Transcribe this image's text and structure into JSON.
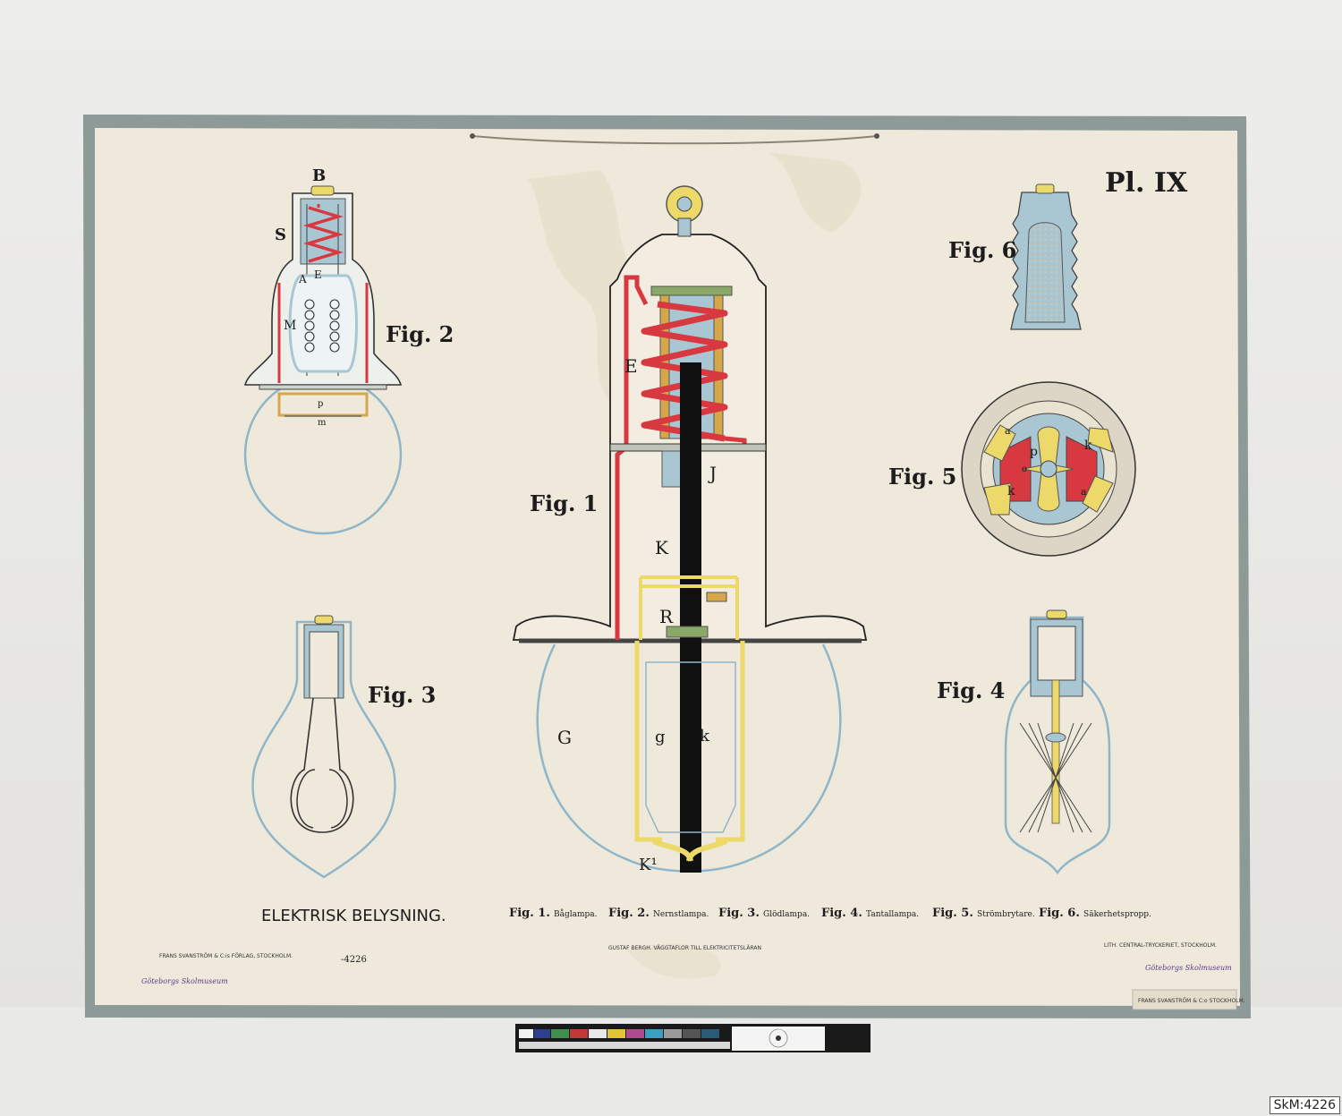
{
  "plate": "Pl. IX",
  "figures": {
    "fig1": {
      "label": "Fig. 1",
      "letters": [
        "E",
        "J",
        "K",
        "R",
        "G",
        "g",
        "k",
        "K¹"
      ]
    },
    "fig2": {
      "label": "Fig. 2",
      "letters": [
        "B",
        "S",
        "A",
        "E",
        "M",
        "p",
        "m"
      ]
    },
    "fig3": {
      "label": "Fig. 3"
    },
    "fig4": {
      "label": "Fig. 4"
    },
    "fig5": {
      "label": "Fig. 5",
      "letters": [
        "a",
        "k",
        "p",
        "o",
        "k",
        "a"
      ]
    },
    "fig6": {
      "label": "Fig. 6"
    }
  },
  "caption": {
    "title": "ELEKTRISK BELYSNING.",
    "items": [
      {
        "fig": "Fig. 1.",
        "text": "Båglampa."
      },
      {
        "fig": "Fig. 2.",
        "text": "Nernstlampa."
      },
      {
        "fig": "Fig. 3.",
        "text": "Glödlampa."
      },
      {
        "fig": "Fig. 4.",
        "text": "Tantallampa."
      },
      {
        "fig": "Fig. 5.",
        "text": "Strömbrytare."
      },
      {
        "fig": "Fig. 6.",
        "text": "Säkerhetspropp."
      }
    ]
  },
  "imprint": {
    "publisher": "FRANS SVANSTRÖM & C:is FÖRLAG, STOCKHOLM.",
    "author": "GUSTAF BERGH. VÄGGTAFLOR TILL ELEKTRICITETSLÄRAN",
    "printer": "LITH. CENTRAL-TRYCKERIET, STOCKHOLM.",
    "inventory_number": "-4226",
    "stamp_left": "Göteborgs Skolmuseum",
    "stamp_right": "Göteborgs Skolmuseum",
    "label_bottom_right": "FRANS SVANSTRÖM & C:o STOCKHOLM."
  },
  "museum_id": "SkM:4226",
  "colors": {
    "paper": "#efe9db",
    "board": "#8d9a98",
    "red": "#d8383f",
    "blue": "#a9c6d3",
    "yellow": "#ecd96a",
    "orange": "#d6a64a",
    "green": "#8aa868"
  }
}
